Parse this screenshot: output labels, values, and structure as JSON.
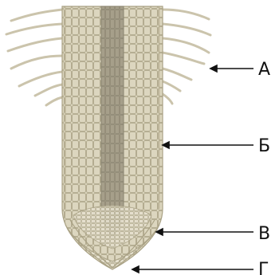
{
  "labels": {
    "a": "А",
    "b": "Б",
    "v": "В",
    "g": "Г"
  },
  "colors": {
    "cortex_fill": "#dcd6bf",
    "cell_line": "#a9a184",
    "stele_fill": "#a69f8a",
    "stele_line": "#8a8470",
    "root_hair": "#cbc4ac",
    "cap_fill": "#e6e1cf",
    "arrow": "#111111"
  }
}
